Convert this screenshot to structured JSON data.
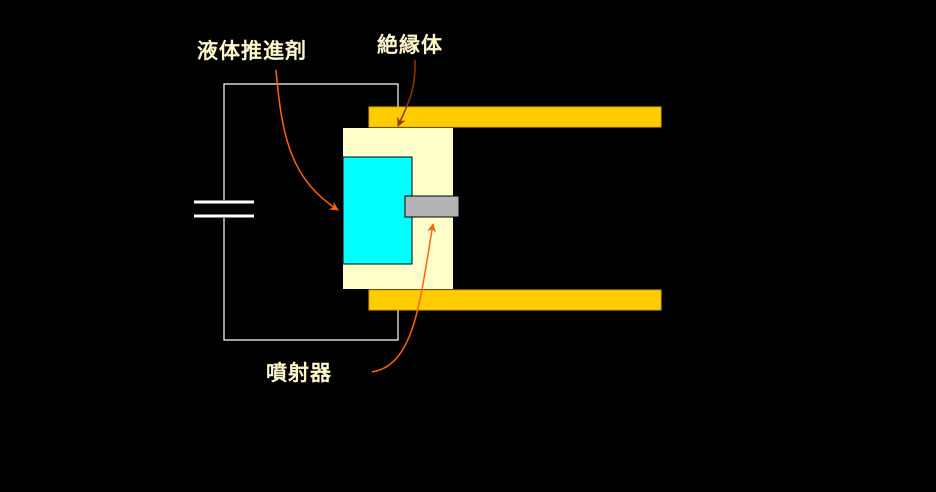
{
  "labels": {
    "propellant": "液体推進剤",
    "insulator": "絶縁体",
    "nozzle": "噴射器"
  },
  "colors": {
    "background": "#000000",
    "wire": "#ffffff",
    "electrode": "#ffcc00",
    "electrode_border": "#e0a800",
    "insulator": "#ffffcc",
    "propellant": "#00ffff",
    "nozzle": "#b4b4b4",
    "arrow_orange": "#ff6600",
    "arrow_brown": "#993300",
    "label_text": "#fff6cc"
  },
  "icons": {
    "capacitor": "capacitor-symbol",
    "arrows": "curved-pointer-arrow"
  }
}
